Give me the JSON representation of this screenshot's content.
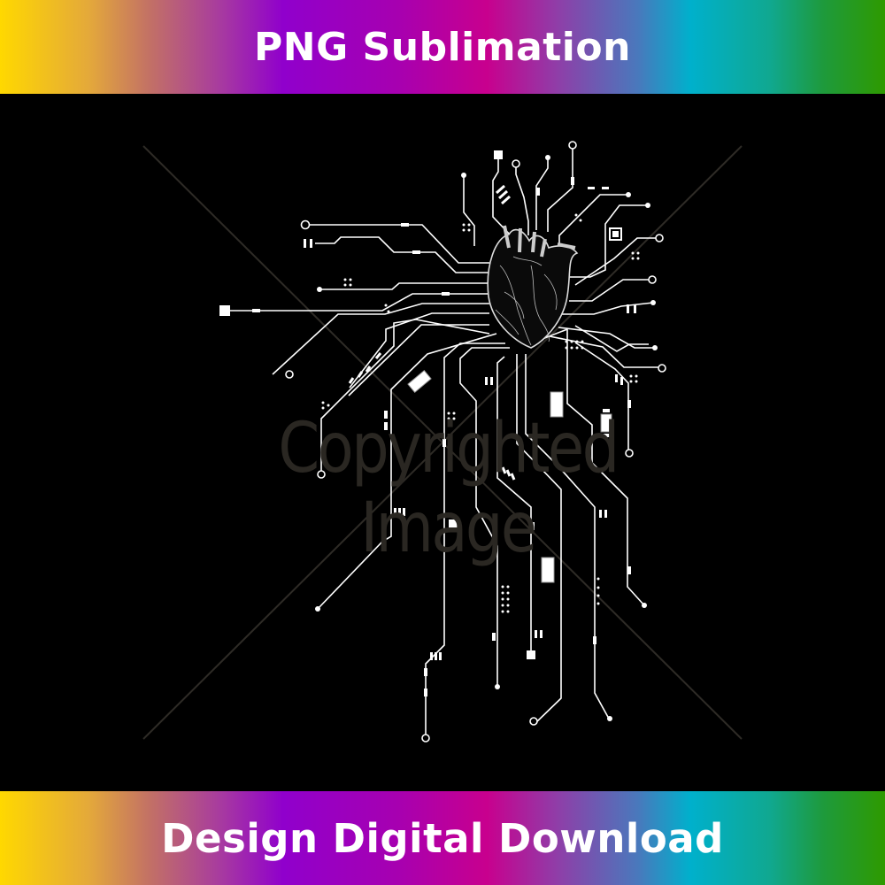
{
  "header": {
    "title": "PNG Sublimation"
  },
  "footer": {
    "title": "Design Digital Download"
  },
  "artwork": {
    "subject": "Anatomical heart with circuit-board traces",
    "watermark": "Copyrighted Image",
    "background_color": "#000000",
    "line_color": "#ffffff"
  },
  "colors": {
    "gradient": [
      "#ffd800",
      "#c27066",
      "#9000cc",
      "#c8008e",
      "#00b0cc",
      "#2e9a00"
    ],
    "text": "#ffffff"
  }
}
